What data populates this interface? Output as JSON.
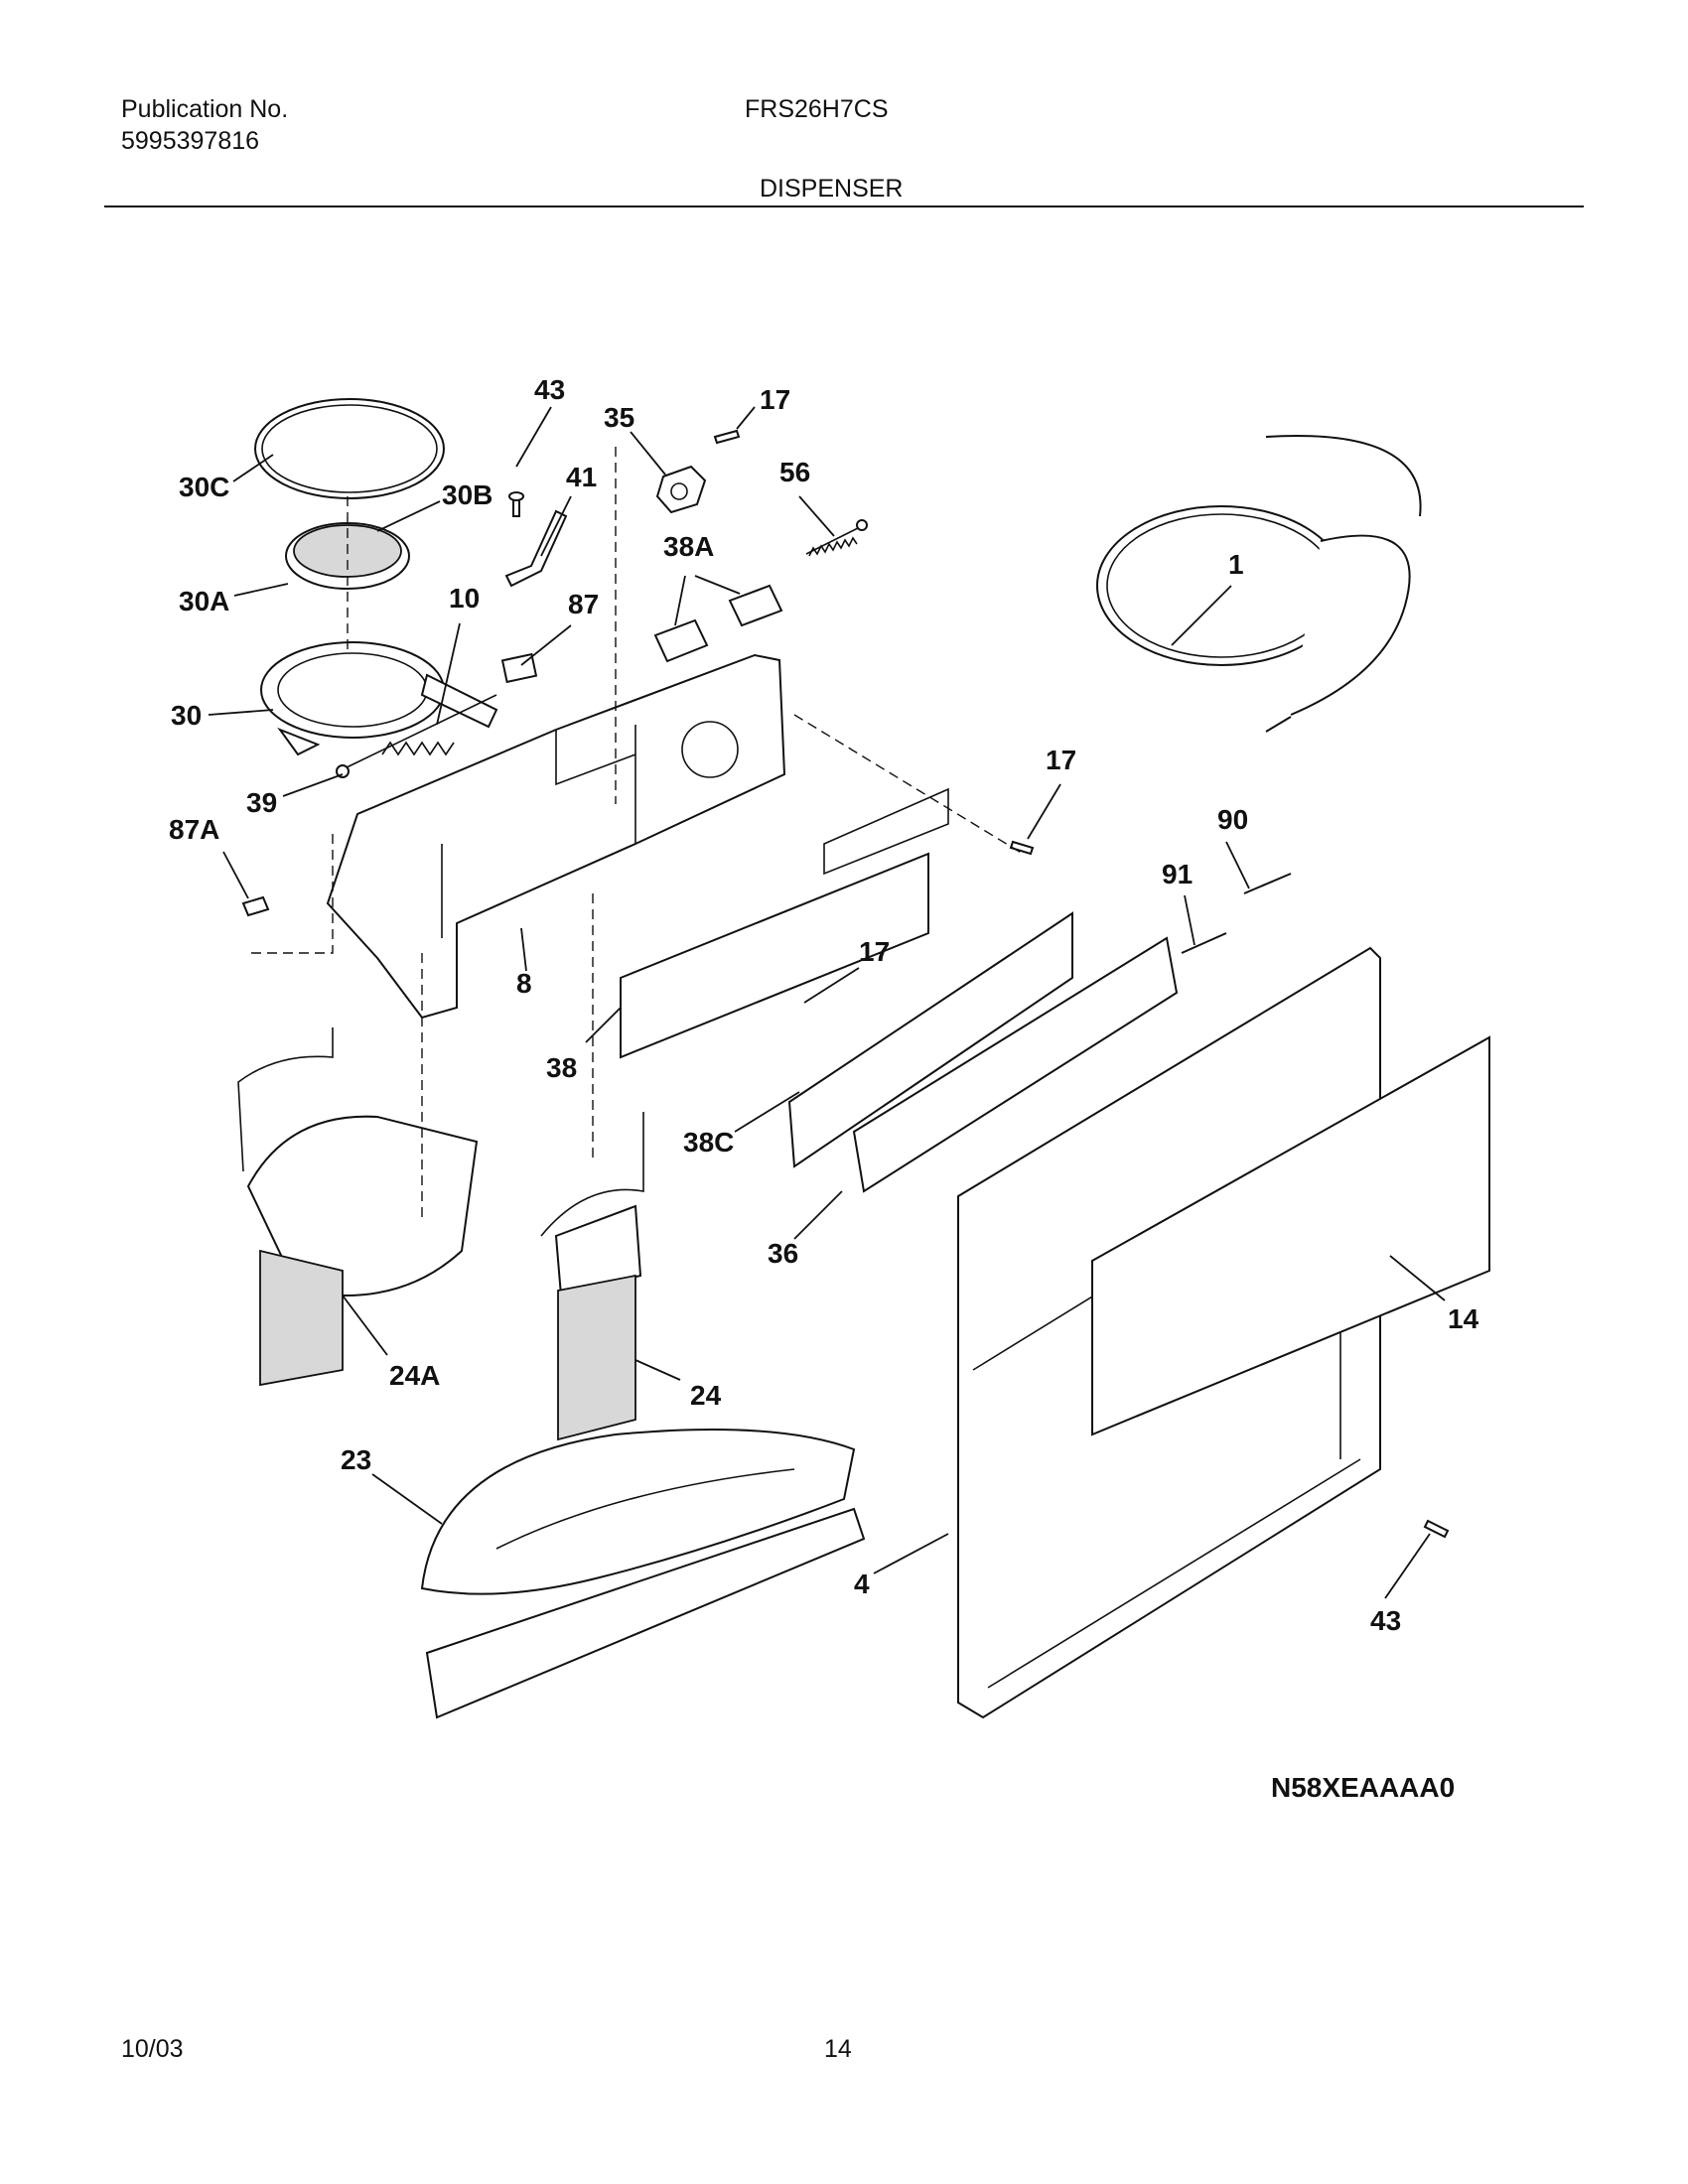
{
  "header": {
    "publication_label": "Publication No.",
    "publication_number": "5995397816",
    "model": "FRS26H7CS",
    "section": "DISPENSER"
  },
  "figure_code": "N58XEAAAA0",
  "footer": {
    "date": "10/03",
    "page": "14"
  },
  "callouts": {
    "c43a": "43",
    "c35": "35",
    "c17a": "17",
    "c30c": "30C",
    "c30b": "30B",
    "c41": "41",
    "c56": "56",
    "c38a": "38A",
    "c1": "1",
    "c30a": "30A",
    "c10": "10",
    "c87": "87",
    "c30": "30",
    "c39": "39",
    "c17b": "17",
    "c87a": "87A",
    "c90": "90",
    "c91": "91",
    "c8": "8",
    "c17c": "17",
    "c38": "38",
    "c38c": "38C",
    "c36": "36",
    "c14": "14",
    "c24a": "24A",
    "c24": "24",
    "c23": "23",
    "c4": "4",
    "c43b": "43"
  }
}
